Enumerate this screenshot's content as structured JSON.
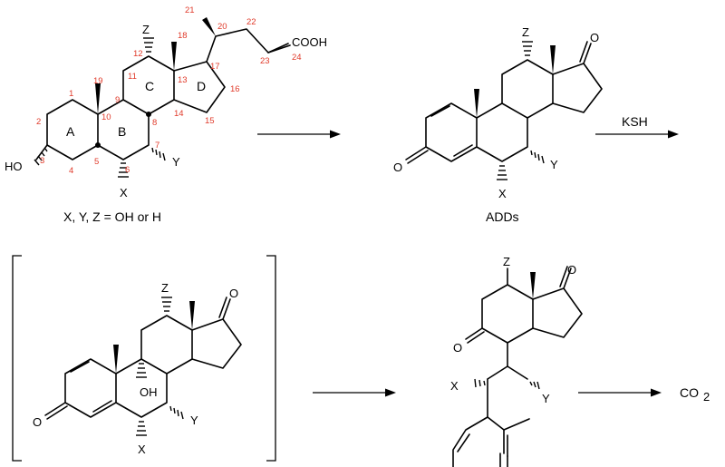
{
  "diagram": {
    "atoms": {
      "ho": "HO",
      "x": "X",
      "y": "Y",
      "z": "Z",
      "cooh": "COOH",
      "o": "O",
      "oh": "OH",
      "co2_main": "CO",
      "co2_sub": "2"
    },
    "ring_labels": [
      "A",
      "B",
      "C",
      "D"
    ],
    "carbon_numbers": [
      "1",
      "2",
      "3",
      "4",
      "5",
      "6",
      "7",
      "8",
      "9",
      "10",
      "11",
      "12",
      "13",
      "14",
      "15",
      "16",
      "17",
      "18",
      "19",
      "20",
      "21",
      "22",
      "23",
      "24"
    ],
    "captions": {
      "substituents": "X,  Y,  Z = OH  or H",
      "adds": "ADDs",
      "ksh": "KSH"
    }
  }
}
